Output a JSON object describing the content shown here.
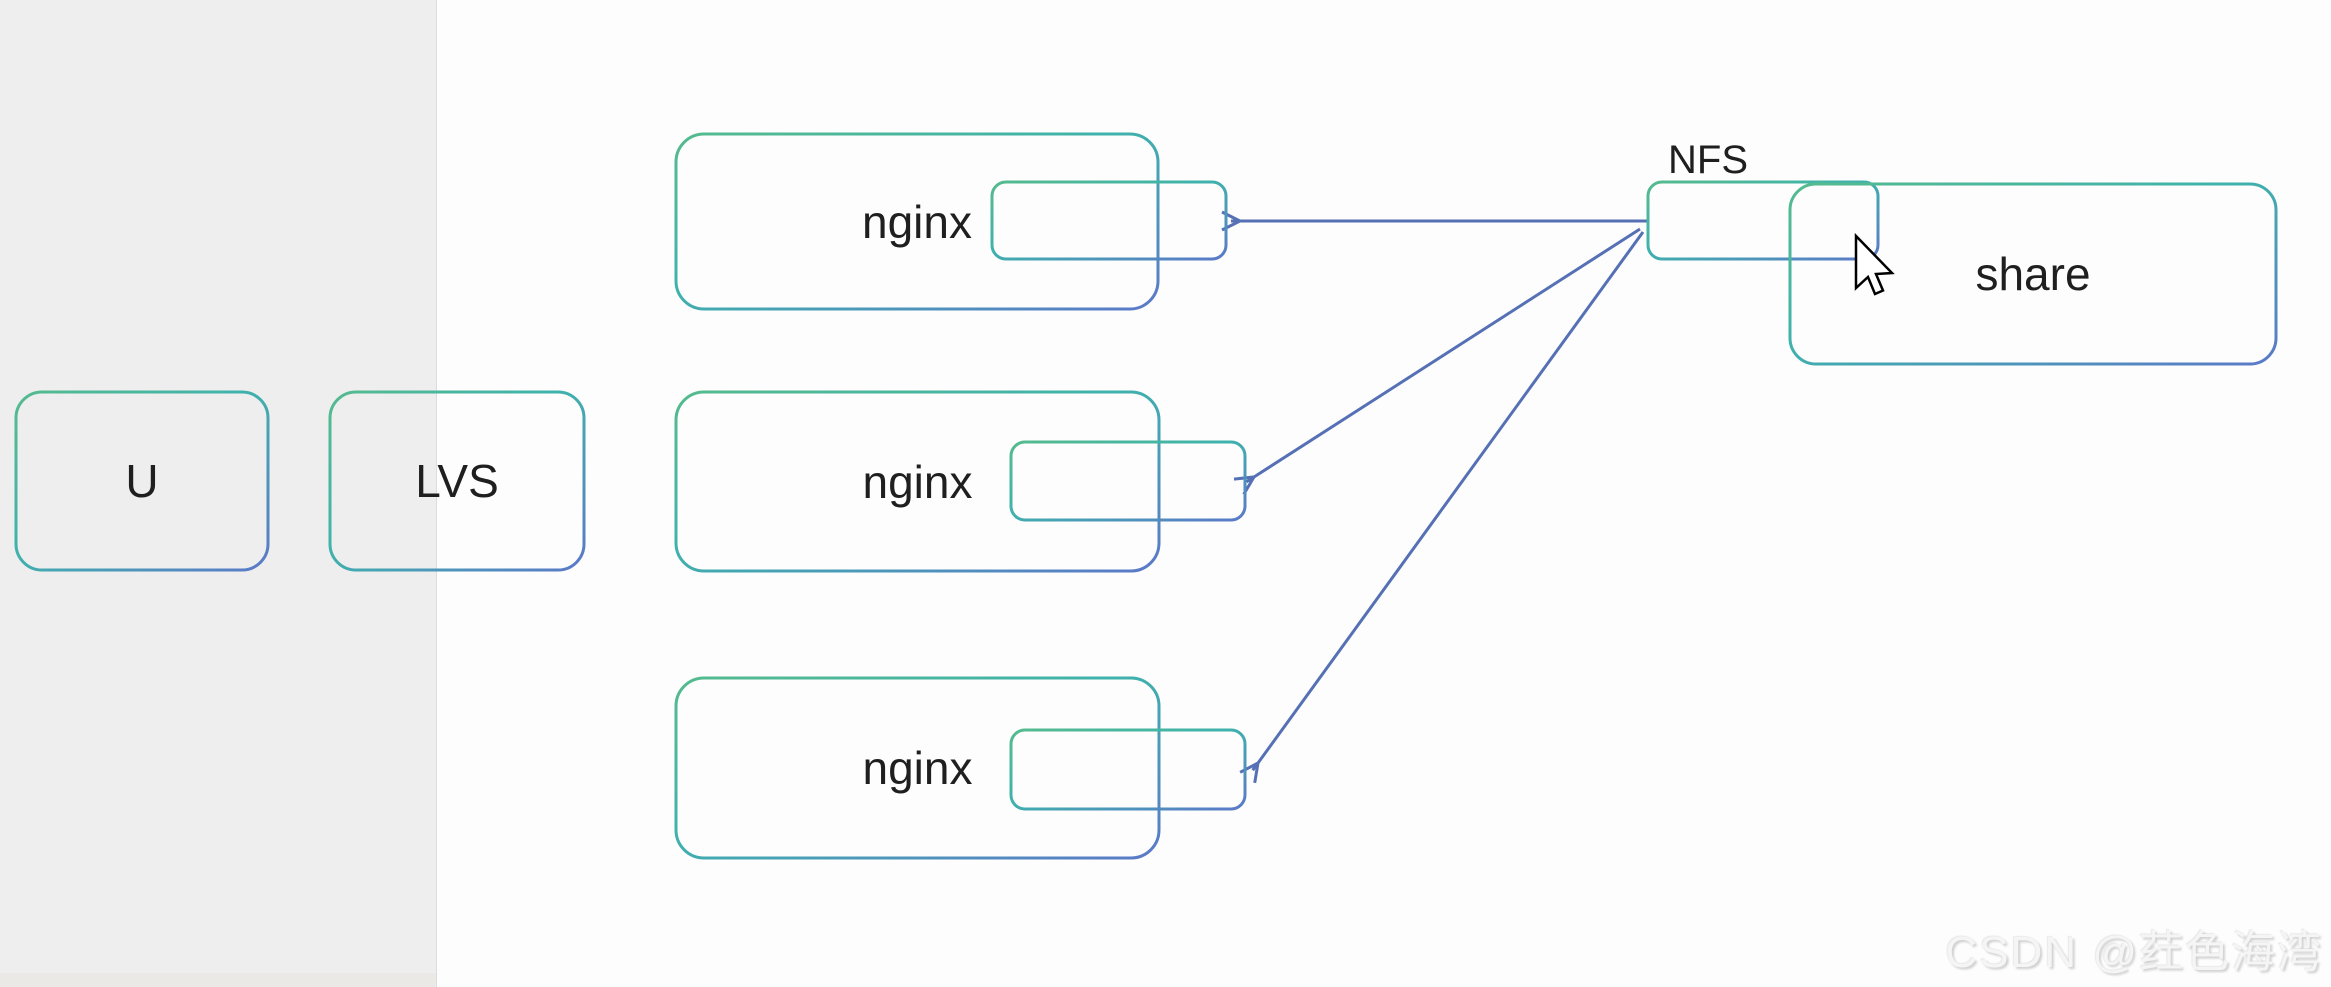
{
  "canvas": {
    "type": "whiteboard-diagram",
    "background": "#fdfdfd"
  },
  "left_panel": {
    "background": "#eeeeee",
    "content": ""
  },
  "nodes": {
    "u": {
      "label": "U"
    },
    "lvs": {
      "label": "LVS"
    },
    "nginx_1": {
      "label": "nginx"
    },
    "nginx_2": {
      "label": "nginx"
    },
    "nginx_3": {
      "label": "nginx"
    },
    "nfs": {
      "label": "NFS"
    },
    "share": {
      "label": "share"
    }
  },
  "connections": [
    {
      "from": "nfs",
      "to": "nginx_1_inner",
      "style": "open-arrow"
    },
    {
      "from": "nfs",
      "to": "nginx_2_inner",
      "style": "open-arrow"
    },
    {
      "from": "nfs",
      "to": "nginx_3_inner",
      "style": "open-arrow"
    }
  ],
  "cursor": {
    "type": "arrow-pointer"
  },
  "watermark": {
    "text": "CSDN @荭色海湾"
  },
  "colors": {
    "border_gradient_start": "#55bb8e",
    "border_gradient_mid": "#3fb2ac",
    "border_gradient_end": "#5b79c8",
    "arrow": "#5570b4",
    "label_text": "#1f1f1f",
    "panel_gray": "#eeeeee",
    "watermark_text": "#f5f5f5"
  }
}
